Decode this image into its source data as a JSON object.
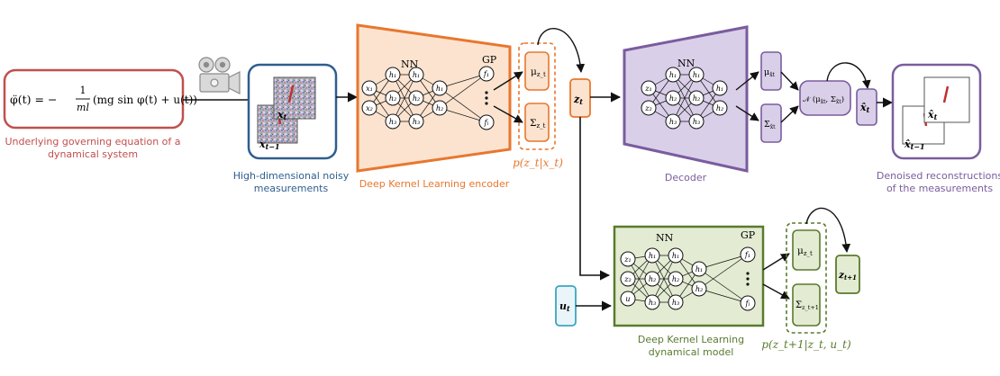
{
  "equation": {
    "lhs": "φ̈(t) = −",
    "frac_num": "1",
    "frac_den": "ml",
    "rhs": "(mg sin φ(t) + u(t))",
    "caption_line1": "Underlying governing equation of a",
    "caption_line2": "dynamical system"
  },
  "measurements": {
    "label_front": "x",
    "label_front_sub": "t",
    "label_back": "x",
    "label_back_sub": "t−1",
    "caption_line1": "High-dimensional noisy",
    "caption_line2": "measurements"
  },
  "encoder": {
    "nn_label": "NN",
    "gp_label": "GP",
    "input_nodes": [
      "x₁",
      "x₂"
    ],
    "h1_nodes": [
      "h₁",
      "h₂",
      "h₃"
    ],
    "h2_nodes": [
      "h₁",
      "h₂",
      "h₃"
    ],
    "h3_nodes": [
      "h₁",
      "h₂"
    ],
    "gp_nodes": [
      "f₁",
      "fₗ"
    ],
    "caption": "Deep Kernel Learning encoder"
  },
  "latent_dist": {
    "mu": "μ",
    "mu_sub": "z_t",
    "sigma": "Σ",
    "sigma_sub": "z_t",
    "caption": "p(z_t|x_t)"
  },
  "zt": {
    "label": "z",
    "sub": "t"
  },
  "decoder": {
    "nn_label": "NN",
    "input_nodes": [
      "z₁",
      "z₂"
    ],
    "h1_nodes": [
      "h₁",
      "h₂",
      "h₃"
    ],
    "h2_nodes": [
      "h₁",
      "h₂",
      "h₃"
    ],
    "h3_nodes": [
      "h₁",
      "h₂"
    ],
    "caption": "Decoder"
  },
  "decoder_out": {
    "mu": "μ",
    "mu_sub": "x̂t",
    "sigma": "Σ",
    "sigma_sub": "x̂t",
    "normal": "𝒩 (μ",
    "normal_rest": ", Σ",
    "xhat": "x̂",
    "xhat_sub": "t"
  },
  "reconstructions": {
    "label_front": "x̂",
    "label_front_sub": "t",
    "label_back": "x̂",
    "label_back_sub": "t−1",
    "caption_line1": "Denoised reconstructions",
    "caption_line2": "of the measurements"
  },
  "control": {
    "label": "u",
    "sub": "t"
  },
  "dynamics": {
    "nn_label": "NN",
    "gp_label": "GP",
    "input_nodes": [
      "z₁",
      "z₂",
      "u"
    ],
    "h1_nodes": [
      "h₁",
      "h₂",
      "h₃"
    ],
    "h2_nodes": [
      "h₁",
      "h₂",
      "h₃"
    ],
    "h3_nodes": [
      "h₁",
      "h₂"
    ],
    "gp_nodes": [
      "f₁",
      "fₗ"
    ],
    "caption_line1": "Deep Kernel Learning",
    "caption_line2": "dynamical model"
  },
  "next_dist": {
    "mu": "μ",
    "mu_sub": "z_t",
    "sigma": "Σ",
    "sigma_sub": "z_t+1",
    "caption": "p(z_t+1|z_t, u_t)"
  },
  "znext": {
    "label": "z",
    "sub": "t+1"
  },
  "colors": {
    "red": "#c0504d",
    "blue": "#2e5e8e",
    "orange": "#e8772e",
    "orange_fill": "#fbe3cf",
    "purple": "#7a5c9e",
    "purple_fill": "#d9cfe8",
    "green": "#5a7a2e",
    "green_fill": "#e3ecd2",
    "teal": "#3aa6c0"
  }
}
